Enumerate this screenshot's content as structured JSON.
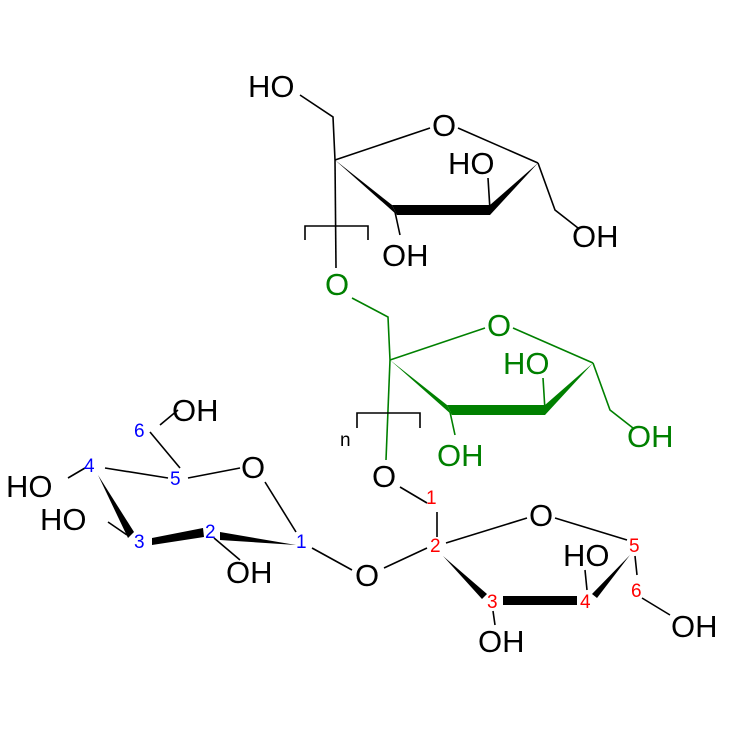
{
  "colors": {
    "black": "#000000",
    "repeat_unit": "#008000",
    "fructose_numbering": "#ff0000",
    "glucose_numbering": "#0000ff"
  },
  "top_fructose": {
    "ch2_oh": "HO",
    "ring_o": "O",
    "c4_oh": "HO",
    "c3_oh": "OH",
    "c6_oh": "OH"
  },
  "top_linker_o": "O",
  "repeat_fructose": {
    "ring_o": "O",
    "c4_oh": "HO",
    "c3_oh": "OH",
    "c6_oh": "OH",
    "repeat_label": "n"
  },
  "lower_linker_o": "O",
  "glycosidic_o": "O",
  "sucrose_fructose": {
    "ring_o": "O",
    "c4_oh": "HO",
    "c3_oh": "OH",
    "c6_oh": "OH",
    "numbers": [
      "1",
      "2",
      "3",
      "4",
      "5",
      "6"
    ]
  },
  "glucose": {
    "ring_o": "O",
    "c6_oh": "OH",
    "c4_oh": "HO",
    "c3_oh": "HO",
    "c2_oh": "OH",
    "numbers": [
      "1",
      "2",
      "3",
      "4",
      "5",
      "6"
    ]
  }
}
